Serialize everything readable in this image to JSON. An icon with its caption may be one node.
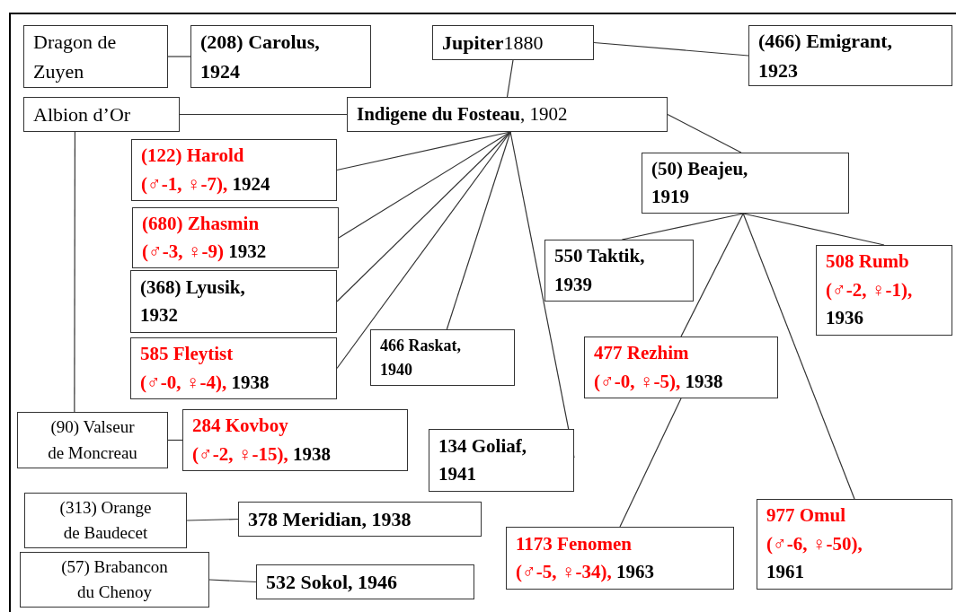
{
  "diagram": {
    "nodes": [
      {
        "text": [
          "Dragon de Zuyen"
        ]
      },
      {
        "text": [
          "(208) Carolus, 1924"
        ]
      },
      {
        "text": [
          "**Jupiter**1880"
        ]
      },
      {
        "text": [
          "(466) Emigrant, 1923"
        ]
      },
      {
        "text": [
          "Albion d’Or"
        ]
      },
      {
        "text": [
          "**Indigene du Fosteau**, 1902"
        ]
      },
      {
        "text": [
          "(122) Harold",
          "(♂-1, ♀-7),",
          "1924"
        ]
      },
      {
        "text": [
          "(680) Zhasmin",
          "(♂-3, ♀-9)",
          "1932"
        ]
      },
      {
        "text": [
          "(368) Lyusik, 1932"
        ]
      },
      {
        "text": [
          "585 Fleytist",
          "(♂-0, ♀-4),",
          "1938"
        ]
      },
      {
        "text": [
          "466 Raskat, 1940"
        ]
      },
      {
        "text": [
          "(50) Beajeu, 1919"
        ]
      },
      {
        "text": [
          "550 Taktik, 1939"
        ]
      },
      {
        "text": [
          "508 Rumb",
          "(♂-2, ♀-1),",
          "1936"
        ]
      },
      {
        "text": [
          "477 Rezhim",
          "(♂-0, ♀-5),",
          "1938"
        ]
      },
      {
        "text": [
          "(90) Valseur de Moncreau"
        ]
      },
      {
        "text": [
          "284 Kovboy",
          "(♂-2, ♀-15),",
          "1938"
        ]
      },
      {
        "text": [
          "134 Goliaf, 1941"
        ]
      },
      {
        "text": [
          "(313) Orange de Baudecet"
        ]
      },
      {
        "text": [
          "378 Meridian, 1938"
        ]
      },
      {
        "text": [
          "(57) Brabancon du Chenoy"
        ]
      },
      {
        "text": [
          "532 Sokol, 1946"
        ]
      },
      {
        "text": [
          "1173 Fenomen",
          "(♂-5, ♀-34),",
          "1963"
        ]
      },
      {
        "text": [
          "977 Omul",
          "(♂-6, ♀-50),",
          "1961"
        ]
      }
    ],
    "edges": [
      {
        "from": 0,
        "to": 1,
        "arrow": "none"
      },
      {
        "from": 2,
        "to": 3,
        "arrow": "none"
      },
      {
        "from": 2,
        "to": 5,
        "arrow": "none"
      },
      {
        "from": 4,
        "to": 5,
        "arrow": "none"
      },
      {
        "from": 4,
        "to": 15,
        "arrow": "none"
      },
      {
        "from": 5,
        "to": 6,
        "arrow": "none"
      },
      {
        "from": 5,
        "to": 7,
        "arrow": "none"
      },
      {
        "from": 5,
        "to": 8,
        "arrow": "none"
      },
      {
        "from": 5,
        "to": 9,
        "arrow": "none"
      },
      {
        "from": 5,
        "to": 10,
        "arrow": "none"
      },
      {
        "from": 5,
        "to": 17,
        "arrow": "none"
      },
      {
        "from": 5,
        "to": 11,
        "arrow": "none"
      },
      {
        "from": 11,
        "to": 12,
        "arrow": "none"
      },
      {
        "from": 11,
        "to": 13,
        "arrow": "none"
      },
      {
        "from": 11,
        "to": 14,
        "arrow": "none"
      },
      {
        "from": 11,
        "to": 23,
        "arrow": "none"
      },
      {
        "from": 14,
        "to": 22,
        "arrow": "none"
      },
      {
        "from": 15,
        "to": 16,
        "arrow": "none"
      },
      {
        "from": 18,
        "to": 19,
        "arrow": "none"
      },
      {
        "from": 20,
        "to": 21,
        "arrow": "none"
      }
    ]
  }
}
